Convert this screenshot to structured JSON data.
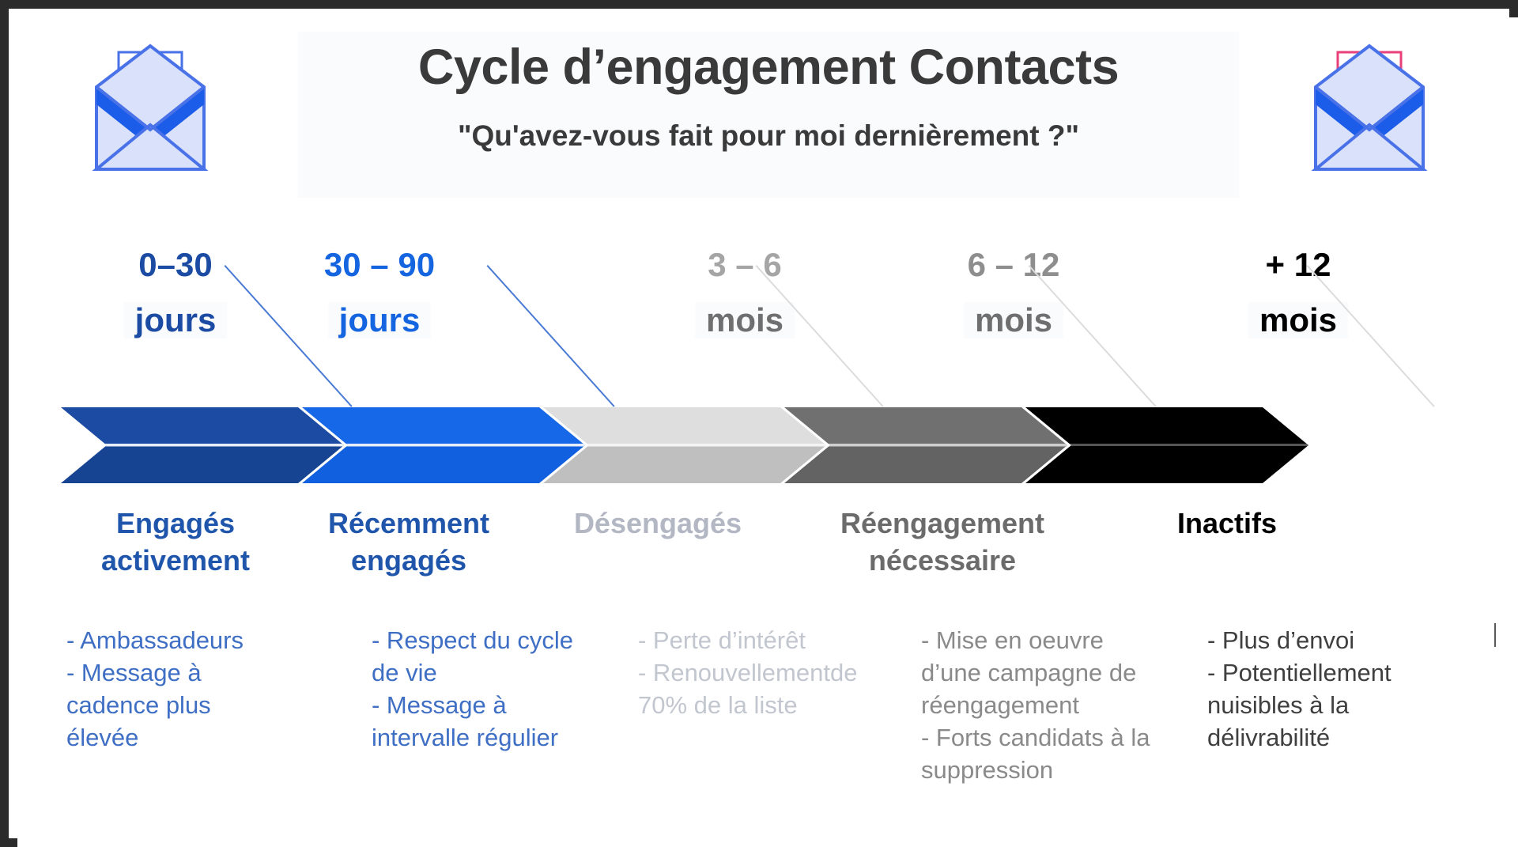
{
  "header": {
    "title": "Cycle d’engagement Contacts",
    "subtitle": "\"Qu'avez-vous fait pour moi dernièrement ?\"",
    "title_color": "#3a3a3a",
    "left_icon": "open-envelope-tshirt-icon",
    "right_icon": "open-envelope-unsubscribe-x-icon"
  },
  "chart_data": {
    "type": "diagram",
    "subtype": "chevron-process-timeline",
    "title": "Cycle d’engagement Contacts",
    "subtitle": "\"Qu'avez-vous fait pour moi dernièrement ?\"",
    "stage_count": 5,
    "categories": [
      "Engagés activement",
      "Récemment engagés",
      "Désengagés",
      "Réengagement nécessaire",
      "Inactifs"
    ],
    "x": [
      "0–30 jours",
      "30 – 90 jours",
      "3 – 6 mois",
      "6 – 12 mois",
      "+ 12 mois"
    ],
    "colors": [
      "#1b4ba3",
      "#1565e0",
      "#d4d4d4",
      "#6b6b6b",
      "#000000"
    ],
    "legend_position": "none",
    "grid": false
  },
  "stages": [
    {
      "id": "engages-activement",
      "range_number": "0–30",
      "range_unit": "jours",
      "range_color": "#1b4ba3",
      "heading": "Engagés\nactivement",
      "heading_color": "#1f55ab",
      "body": "- Ambassadeurs\n- Message à\ncadence plus\nélevée",
      "body_color": "#3f6fc4",
      "chevron_top_color": "#1b4ba3",
      "chevron_bottom_color": "#174492"
    },
    {
      "id": "recemment-engages",
      "range_number": "30 – 90",
      "range_unit": "jours",
      "range_color": "#1565e0",
      "heading": "Récemment\nengagés",
      "heading_color": "#1f55ab",
      "body": "- Respect du cycle\nde vie\n- Message à\nintervalle régulier",
      "body_color": "#3f6fc4",
      "chevron_top_color": "#1768e8",
      "chevron_bottom_color": "#1060df"
    },
    {
      "id": "desengages",
      "range_number": "3 – 6",
      "range_unit": "mois",
      "range_color": "#a5a5a5",
      "heading": "Désengagés",
      "heading_color": "#b3b7c4",
      "body": "- Perte d’intérêt\n- Renouvellementde\n70% de la liste",
      "body_color": "#c2c6cf",
      "chevron_top_color": "#dededf",
      "chevron_bottom_color": "#bfbfbf"
    },
    {
      "id": "reengagement-necessaire",
      "range_number": "6 – 12",
      "range_unit": "mois",
      "range_color": "#6f6f6f",
      "heading": "Réengagement\nnécessaire",
      "heading_color": "#6b6b6b",
      "body": "- Mise en oeuvre\nd’une campagne de\nréengagement\n- Forts candidats à la\nsuppression",
      "body_color": "#8a8a8a",
      "chevron_top_color": "#707070",
      "chevron_bottom_color": "#636363"
    },
    {
      "id": "inactifs",
      "range_number": "+ 12",
      "range_unit": "mois",
      "range_color": "#000000",
      "heading": "Inactifs",
      "heading_color": "#000000",
      "body": "- Plus d’envoi\n- Potentiellement\nnuisibles à la\ndélivrabilité",
      "body_color": "#3f3f3f",
      "chevron_top_color": "#000000",
      "chevron_bottom_color": "#000000"
    }
  ]
}
